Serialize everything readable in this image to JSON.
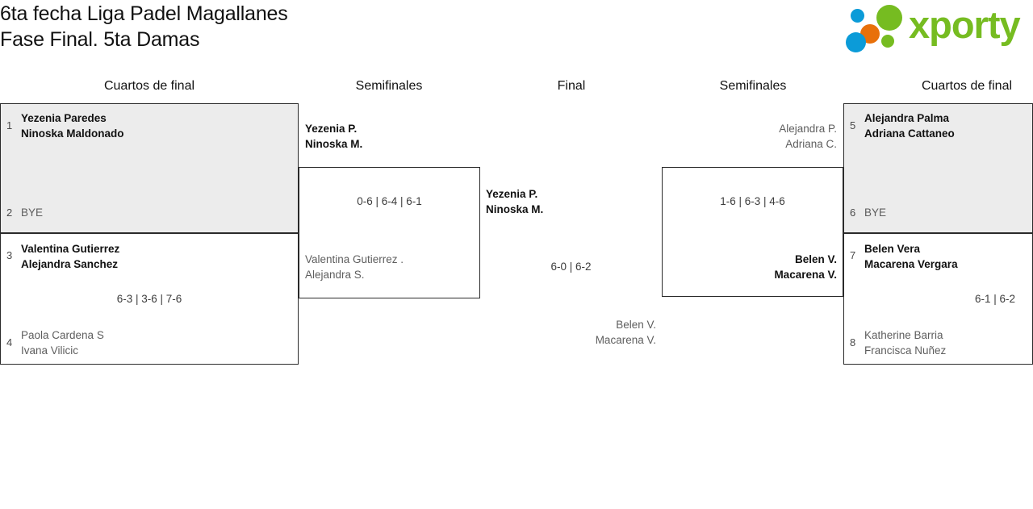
{
  "header": {
    "title_line1": "6ta fecha Liga Padel Magallanes",
    "title_line2": "Fase Final. 5ta Damas"
  },
  "logo": {
    "wordmark": "xporty",
    "colors": {
      "green": "#76bc21",
      "orange": "#e8700a",
      "blue": "#0b9bd8"
    }
  },
  "rounds": [
    {
      "id": "qf-left",
      "label": "Cuartos de final"
    },
    {
      "id": "sf-left",
      "label": "Semifinales"
    },
    {
      "id": "final",
      "label": "Final"
    },
    {
      "id": "sf-right",
      "label": "Semifinales"
    },
    {
      "id": "qf-right",
      "label": "Cuartos de final"
    }
  ],
  "bracket": {
    "qf_left": [
      {
        "match_id": "qf-left-1",
        "score": "",
        "top": {
          "seed": "1",
          "line1": "Yezenia Paredes",
          "line2": "Ninoska Maldonado",
          "result": "winner"
        },
        "bottom": {
          "seed": "2",
          "line1": "BYE",
          "line2": "",
          "result": "bye"
        }
      },
      {
        "match_id": "qf-left-2",
        "score": "6-3 | 3-6 | 7-6",
        "top": {
          "seed": "3",
          "line1": "Valentina Gutierrez",
          "line2": "Alejandra Sanchez",
          "result": "winner"
        },
        "bottom": {
          "seed": "4",
          "line1": "Paola Cardena S",
          "line2": "Ivana Vilicic",
          "result": "loser"
        }
      }
    ],
    "sf_left": [
      {
        "match_id": "sf-left-1",
        "score": "0-6 | 6-4 | 6-1",
        "top": {
          "line1": "Yezenia P.",
          "line2": "Ninoska M.",
          "result": "winner"
        },
        "bottom": {
          "line1": "Valentina Gutierrez .",
          "line2": "Alejandra S.",
          "result": "loser"
        }
      }
    ],
    "final": [
      {
        "match_id": "final-1",
        "score": "6-0 | 6-2",
        "top": {
          "line1": "Yezenia P.",
          "line2": "Ninoska M.",
          "result": "winner"
        },
        "bottom": {
          "line1": "Belen V.",
          "line2": "Macarena V.",
          "result": "loser"
        }
      }
    ],
    "sf_right": [
      {
        "match_id": "sf-right-1",
        "score": "1-6 | 6-3 | 4-6",
        "top": {
          "line1": "Alejandra P.",
          "line2": "Adriana C.",
          "result": "loser"
        },
        "bottom": {
          "line1": "Belen V.",
          "line2": "Macarena V.",
          "result": "winner"
        }
      }
    ],
    "qf_right": [
      {
        "match_id": "qf-right-1",
        "score": "",
        "top": {
          "seed": "5",
          "line1": "Alejandra Palma",
          "line2": "Adriana Cattaneo",
          "result": "winner"
        },
        "bottom": {
          "seed": "6",
          "line1": "BYE",
          "line2": "",
          "result": "bye"
        }
      },
      {
        "match_id": "qf-right-2",
        "score": "6-1 | 6-2",
        "top": {
          "seed": "7",
          "line1": "Belen Vera",
          "line2": "Macarena Vergara",
          "result": "winner"
        },
        "bottom": {
          "seed": "8",
          "line1": "Katherine Barria",
          "line2": "Francisca Nuñez",
          "result": "loser"
        }
      }
    ]
  }
}
